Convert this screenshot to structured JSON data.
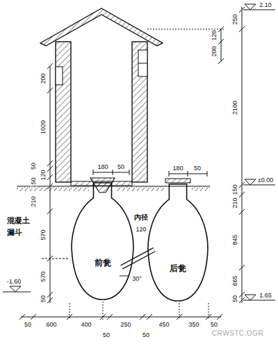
{
  "diagram": {
    "nodes": [
      {
        "text": [
          "前瓮"
        ]
      },
      {
        "text": [
          "后瓮"
        ]
      }
    ],
    "edges": [
      {
        "from": 0,
        "to": 1,
        "arrow": "none"
      }
    ],
    "labels": [
      "2.10",
      "250",
      "120",
      "200",
      "2100",
      "±0.00",
      "150",
      "210",
      "845",
      "665",
      "50",
      "1.65",
      "200",
      "1020",
      "50",
      "120",
      "150",
      "210",
      "混凝土 漏斗",
      "570",
      "570",
      "-1.60",
      "50",
      "180",
      "50",
      "180",
      "50",
      "内径",
      "120",
      "30°",
      "50",
      "600",
      "400",
      "250",
      "450",
      "350",
      "50",
      "50",
      "50",
      "CRWSTC.OGR"
    ]
  }
}
